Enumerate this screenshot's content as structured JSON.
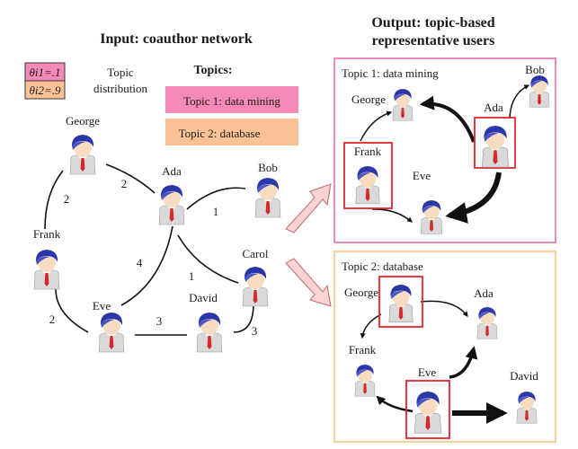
{
  "input": {
    "title": "Input: coauthor network",
    "legend": {
      "theta1": "θi1=.1",
      "theta2": "θi2=.9",
      "label_line1": "Topic",
      "label_line2": "distribution"
    },
    "topics_header": "Topics:",
    "topic1": "Topic 1: data mining",
    "topic2": "Topic 2: database",
    "nodes": {
      "george": "George",
      "ada": "Ada",
      "bob": "Bob",
      "frank": "Frank",
      "carol": "Carol",
      "eve": "Eve",
      "david": "David"
    },
    "edge_weights": {
      "george_ada": "2",
      "george_frank": "2",
      "ada_bob": "1",
      "ada_eve": "4",
      "ada_carol": "1",
      "frank_eve": "2",
      "eve_david": "3",
      "david_carol": "3"
    }
  },
  "output": {
    "title_line1": "Output: topic-based",
    "title_line2": "representative users",
    "panel1": {
      "title": "Topic 1: data mining",
      "nodes": {
        "bob": "Bob",
        "george": "George",
        "ada": "Ada",
        "frank": "Frank",
        "eve": "Eve"
      }
    },
    "panel2": {
      "title": "Topic 2: database",
      "nodes": {
        "george": "George",
        "ada": "Ada",
        "frank": "Frank",
        "eve": "Eve",
        "david": "David"
      }
    }
  },
  "colors": {
    "topic1_pink": "#f48ab5",
    "topic2_peach": "#fbc395",
    "panel1_border": "#e98dc0",
    "panel2_border": "#f6cf9a",
    "highlight_red": "#e0282e",
    "arrow_fill": "#fad3d3"
  }
}
